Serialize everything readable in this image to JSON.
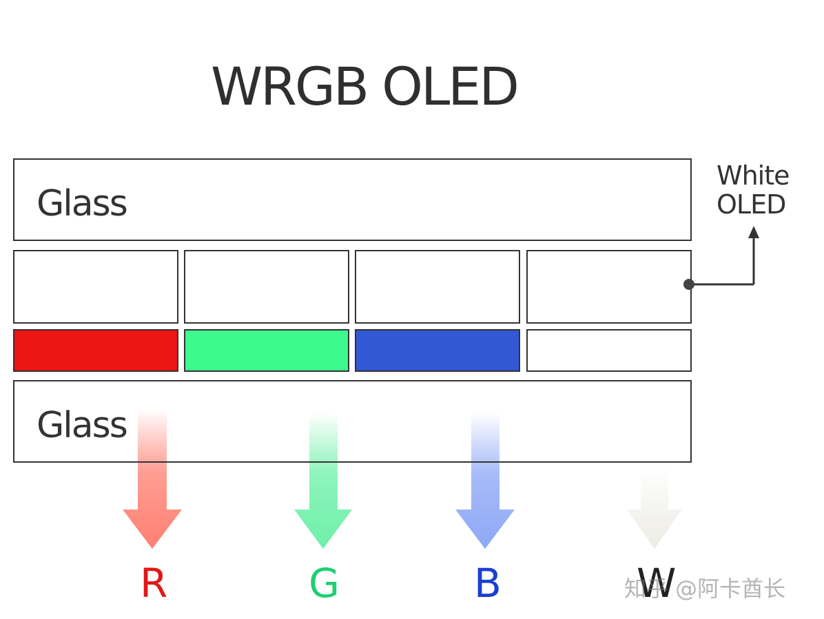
{
  "title": "WRGB OLED",
  "glass_top_label": "Glass",
  "glass_bottom_label": "Glass",
  "white_oled_label": [
    "White",
    "OLED"
  ],
  "filters": [
    {
      "name": "red-filter",
      "color": "#ee1515"
    },
    {
      "name": "green-filter",
      "color": "#3dfa8e"
    },
    {
      "name": "blue-filter",
      "color": "#3358d6"
    },
    {
      "name": "white-filter",
      "color": "#ffffff"
    }
  ],
  "outputs": [
    {
      "letter": "R",
      "color": "#e01818",
      "arrow_color": "#ff7f72"
    },
    {
      "letter": "G",
      "color": "#1fcf72",
      "arrow_color": "#6ef0a8"
    },
    {
      "letter": "B",
      "color": "#1b3fcf",
      "arrow_color": "#8ea8f6"
    },
    {
      "letter": "W",
      "color": "#222222",
      "arrow_color": "#f0efea"
    }
  ],
  "watermark": "知乎 @阿卡酋长"
}
